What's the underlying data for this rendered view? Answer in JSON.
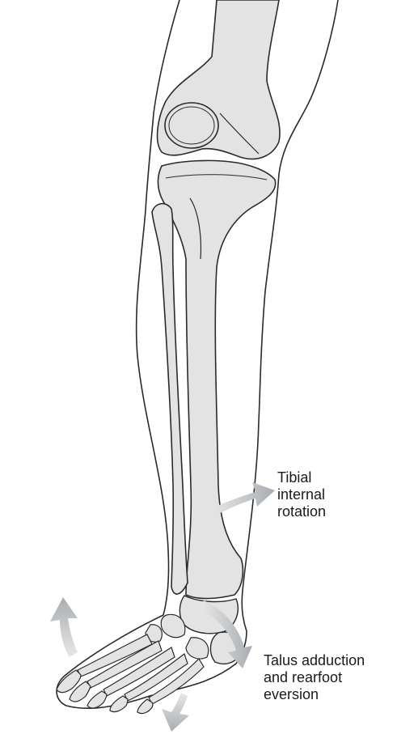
{
  "annotations": {
    "tibial_rotation": {
      "lines": [
        "Tibial",
        "internal",
        "rotation"
      ]
    },
    "talus_adduction": {
      "lines": [
        "Talus adduction",
        "and rearfoot",
        "eversion"
      ]
    }
  },
  "colors": {
    "background": "#ffffff",
    "bone_fill": "#e3e3e3",
    "outline": "#2a2a2a",
    "arrow_fill": "#b9bcbf",
    "text": "#1a1a1a"
  }
}
